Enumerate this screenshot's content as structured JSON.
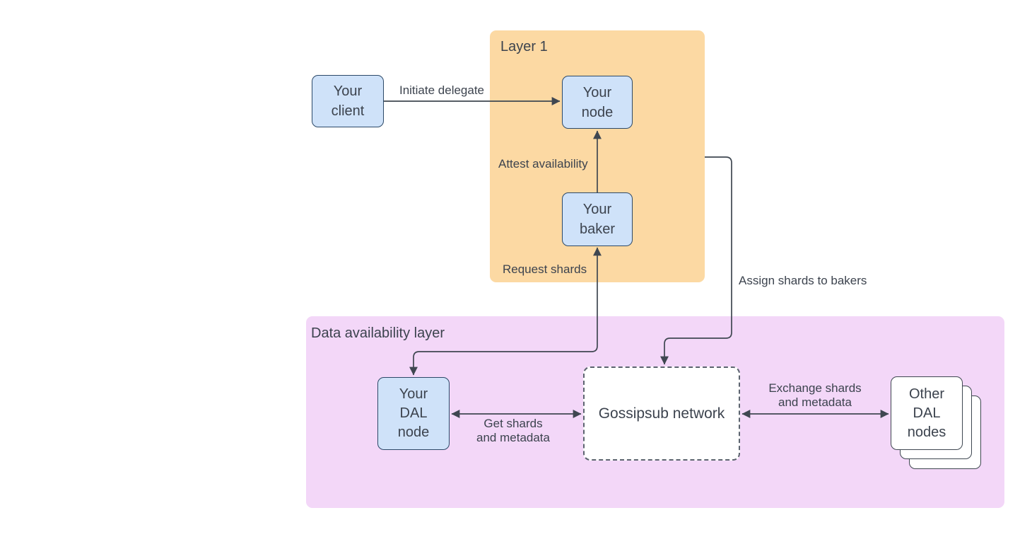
{
  "colors": {
    "background": "#ffffff",
    "layer1_fill": "#fcd9a3",
    "dal_fill": "#f3d7f8",
    "node_fill": "#cfe2f9",
    "node_border": "#2c4968",
    "line": "#3f4751",
    "dashed_border": "#5c646f",
    "text": "#3c434e",
    "card_fill": "#ffffff"
  },
  "containers": {
    "layer1": {
      "label": "Layer 1"
    },
    "dal": {
      "label": "Data availability layer"
    }
  },
  "nodes": {
    "client": {
      "lines": [
        "Your",
        "client"
      ]
    },
    "node": {
      "lines": [
        "Your",
        "node"
      ]
    },
    "baker": {
      "lines": [
        "Your",
        "baker"
      ]
    },
    "dal_node": {
      "lines": [
        "Your",
        "DAL",
        "node"
      ]
    },
    "gossipsub": {
      "label": "Gossipsub network"
    },
    "other_dal": {
      "lines": [
        "Other",
        "DAL",
        "nodes"
      ]
    }
  },
  "edges": {
    "initiate_delegate": {
      "label": "Initiate delegate"
    },
    "attest_availability": {
      "label": "Attest availability"
    },
    "request_shards": {
      "label": "Request shards"
    },
    "assign_shards": {
      "label": "Assign shards to bakers"
    },
    "get_shards": {
      "label_line1": "Get shards",
      "label_line2": "and metadata"
    },
    "exchange_shards": {
      "label_line1": "Exchange shards",
      "label_line2": "and metadata"
    }
  }
}
